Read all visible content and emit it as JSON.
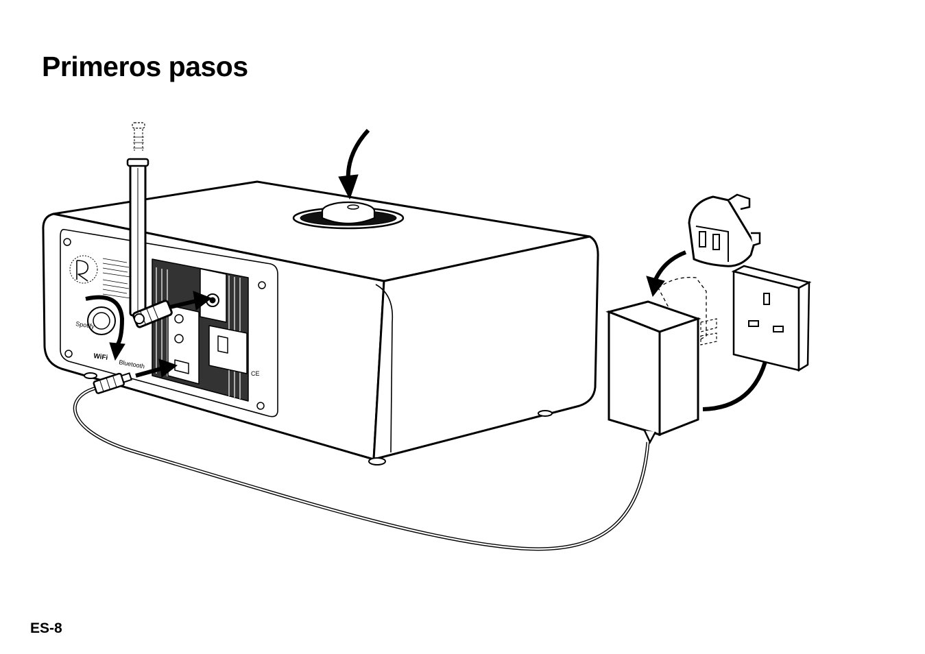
{
  "page": {
    "title": "Primeros pasos",
    "page_number": "ES-8"
  },
  "illustration": {
    "rear_labels": {
      "wifi": "WiFi",
      "bluetooth": "Bluetooth",
      "spotify": "Spotify",
      "ce_mark": "CE"
    }
  },
  "colors": {
    "ink": "#000000",
    "paper": "#ffffff",
    "grille": "#333333"
  }
}
